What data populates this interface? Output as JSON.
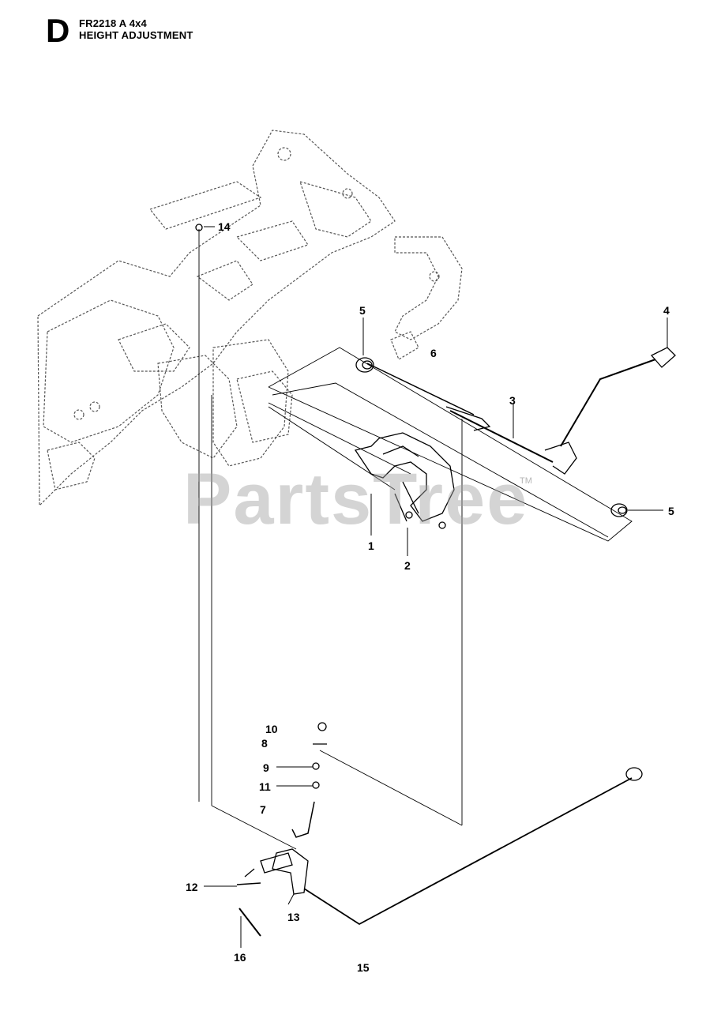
{
  "header": {
    "section_letter": "D",
    "model": "FR2218 A 4x4",
    "section_title": "HEIGHT ADJUSTMENT"
  },
  "watermark": {
    "text": "PartsTree",
    "trademark": "TM"
  },
  "callouts": {
    "c1": "1",
    "c2": "2",
    "c3": "3",
    "c4": "4",
    "c5a": "5",
    "c5b": "5",
    "c6": "6",
    "c7": "7",
    "c8": "8",
    "c9": "9",
    "c10": "10",
    "c11": "11",
    "c12": "12",
    "c13": "13",
    "c14": "14",
    "c15": "15",
    "c16": "16"
  },
  "colors": {
    "line": "#000000",
    "frame_line": "#555555",
    "watermark": "#a0a0a0"
  }
}
